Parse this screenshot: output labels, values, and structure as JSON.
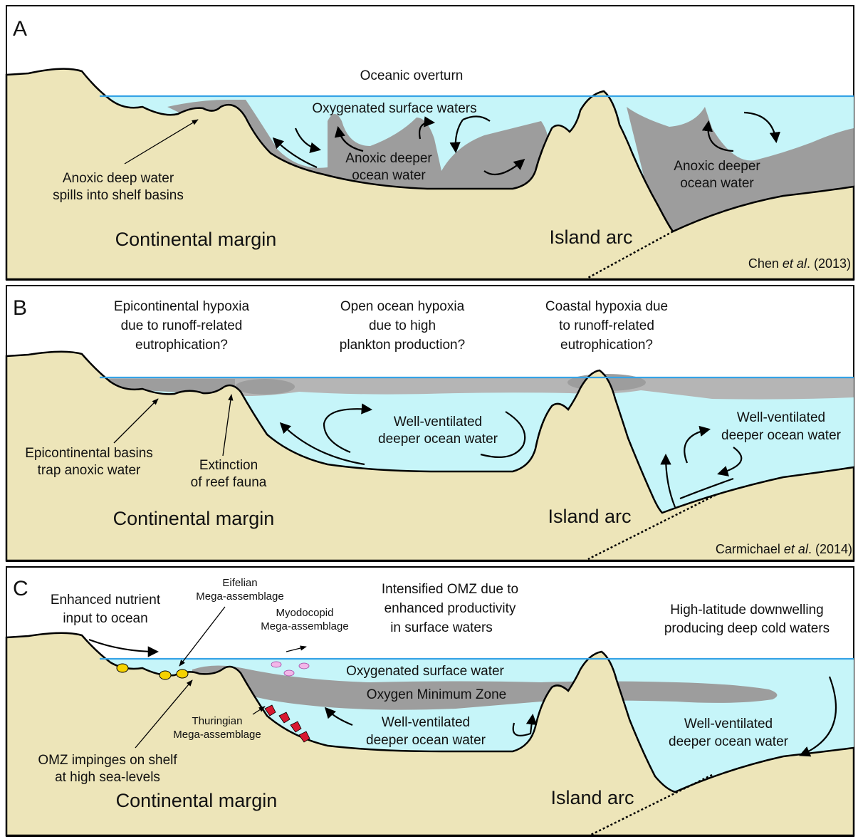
{
  "colors": {
    "land": "#ede5b9",
    "water": "#c6f5f9",
    "anoxic": "#9d9d9d",
    "sea_line": "#35a3e6",
    "yellow_fauna": "#f5d200",
    "pink_fauna": "#f2b6e8",
    "red_fauna": "#d81830"
  },
  "panel_a": {
    "letter": "A",
    "title": "Oceanic overturn",
    "surface": "Oxygenated surface waters",
    "anoxic_mid_1": "Anoxic deeper",
    "anoxic_mid_2": "ocean water",
    "anoxic_right_1": "Anoxic deeper",
    "anoxic_right_2": "ocean water",
    "spill_1": "Anoxic deep water",
    "spill_2": "spills into shelf basins",
    "continental": "Continental margin",
    "island": "Island arc",
    "cite_pre": "Chen ",
    "cite_it": "et al",
    "cite_post": ". (2013)"
  },
  "panel_b": {
    "letter": "B",
    "head1_1": "Epicontinental hypoxia",
    "head1_2": "due to runoff-related",
    "head1_3": "eutrophication?",
    "head2_1": "Open ocean hypoxia",
    "head2_2": "due to high",
    "head2_3": "plankton production?",
    "head3_1": "Coastal hypoxia due",
    "head3_2": "to runoff-related",
    "head3_3": "eutrophication?",
    "mid_1": "Well-ventilated",
    "mid_2": "deeper ocean water",
    "right_1": "Well-ventilated",
    "right_2": "deeper ocean water",
    "basins_1": "Epicontinental basins",
    "basins_2": "trap anoxic water",
    "ext_1": "Extinction",
    "ext_2": "of reef fauna",
    "continental": "Continental margin",
    "island": "Island arc",
    "cite_pre": "Carmichael ",
    "cite_it": "et al",
    "cite_post": ". (2014)"
  },
  "panel_c": {
    "letter": "C",
    "nutrient_1": "Enhanced nutrient",
    "nutrient_2": "input to ocean",
    "eifelian_1": "Eifelian",
    "eifelian_2": "Mega-assemblage",
    "myodo_1": "Myodocopid",
    "myodo_2": "Mega-assemblage",
    "omz_head_1": "Intensified OMZ due to",
    "omz_head_2": "enhanced productivity",
    "omz_head_3": "in surface waters",
    "hl_1": "High-latitude downwelling",
    "hl_2": "producing deep cold waters",
    "surface": "Oxygenated surface water",
    "omz": "Oxygen Minimum Zone",
    "mid_1": "Well-ventilated",
    "mid_2": "deeper ocean water",
    "right_1": "Well-ventilated",
    "right_2": "deeper ocean water",
    "thur_1": "Thuringian",
    "thur_2": "Mega-assemblage",
    "impinge_1": "OMZ impinges on shelf",
    "impinge_2": "at high sea-levels",
    "continental": "Continental margin",
    "island": "Island arc"
  }
}
